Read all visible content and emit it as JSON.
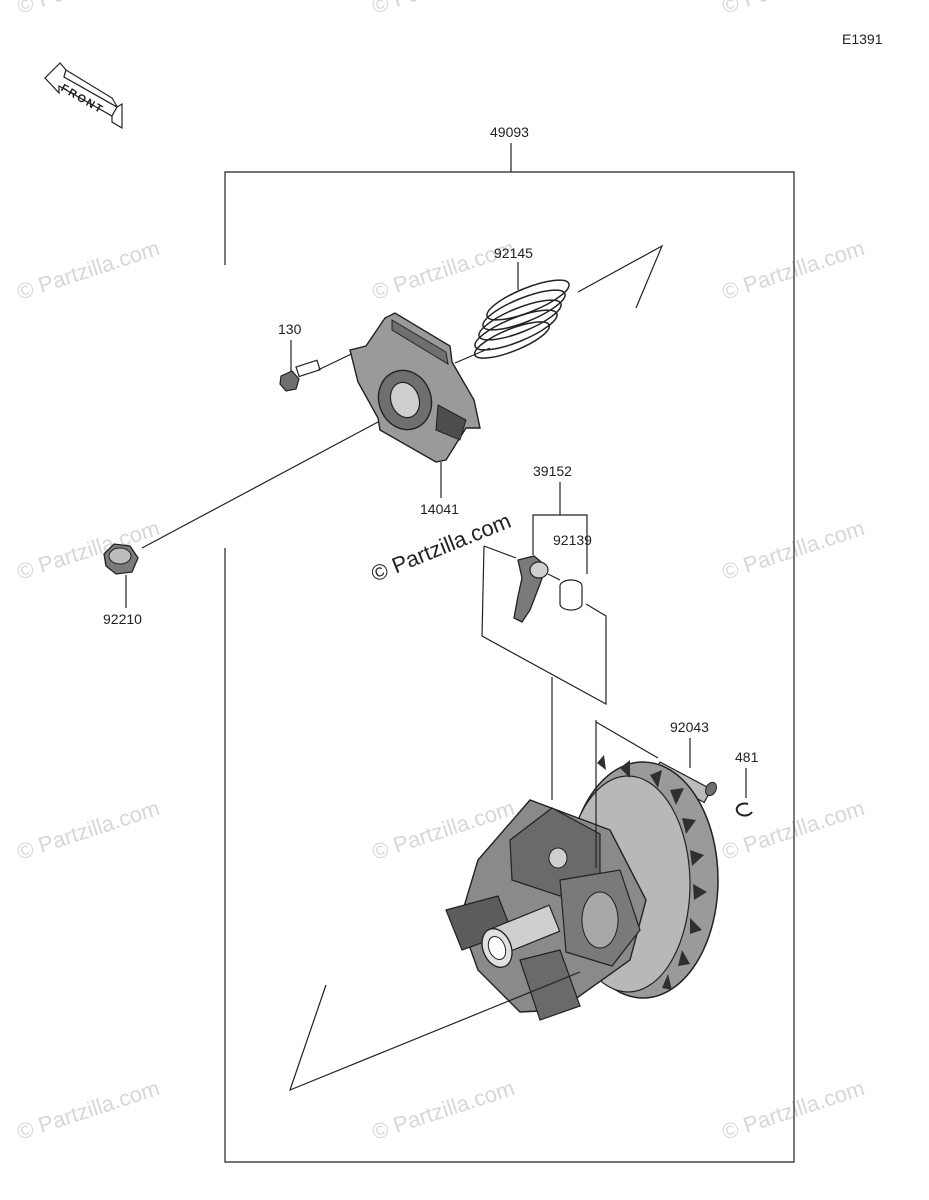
{
  "diagram_code": "E1391",
  "front_label": "FRONT",
  "watermark_text": "© Partzilla.com",
  "parts": {
    "assembly": "49093",
    "spring": "92145",
    "bolt": "130",
    "cover": "14041",
    "weight_assy": "39152",
    "collar": "92139",
    "nut": "92210",
    "pin": "92043",
    "circlip": "481"
  },
  "colors": {
    "line": "#222222",
    "part_fill": "#6f6f6f",
    "watermark": "#d7d7d7"
  }
}
